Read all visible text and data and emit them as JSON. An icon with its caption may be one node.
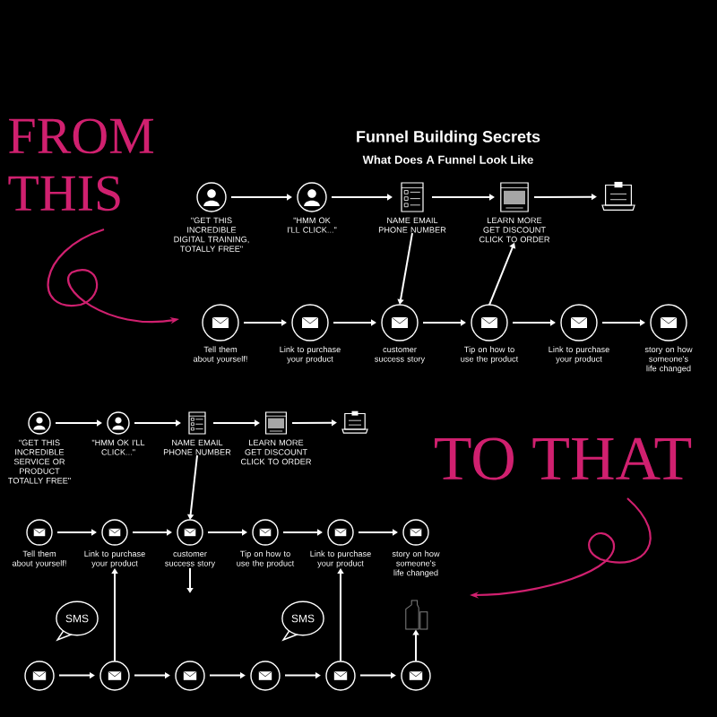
{
  "diagram": {
    "title": "Funnel Building Secrets",
    "nodes": [
      {
        "text": [
          "\"GET THIS INCREDIBLE DIGITAL TRAINING, TOTALLY FREE\""
        ]
      },
      {
        "text": [
          "\"HMM OK I'LL CLICK...\""
        ]
      },
      {
        "text": [
          "NAME EMAIL PHONE NUMBER"
        ]
      },
      {
        "text": [
          "LEARN MORE GET DISCOUNT CLICK TO ORDER"
        ]
      },
      {
        "text": [],
        "shape": "laptop"
      },
      {
        "text": [
          "Tell them about yourself!"
        ]
      },
      {
        "text": [
          "Link to purchase your product"
        ]
      },
      {
        "text": [
          "customer success story"
        ]
      },
      {
        "text": [
          "Tip on how to use the product"
        ]
      },
      {
        "text": [
          "Link to purchase your product"
        ]
      },
      {
        "text": [
          "story on how someone's life changed"
        ]
      },
      {
        "text": [
          "\"GET THIS INCREDIBLE SERVICE OR PRODUCT TOTALLY FREE\""
        ]
      },
      {
        "text": [
          "\"HMM OK I'LL CLICK...\""
        ]
      },
      {
        "text": [
          "NAME EMAIL PHONE NUMBER"
        ]
      },
      {
        "text": [
          "LEARN MORE GET DISCOUNT CLICK TO ORDER"
        ]
      },
      {
        "text": [],
        "shape": "laptop"
      },
      {
        "text": [
          "Tell them about yourself!"
        ]
      },
      {
        "text": [
          "Link to purchase your product"
        ]
      },
      {
        "text": [
          "customer success story"
        ]
      },
      {
        "text": [
          "Tip on how to use the product"
        ]
      },
      {
        "text": [
          "Link to purchase your product"
        ]
      },
      {
        "text": [
          "story on how someone's life changed"
        ]
      },
      {
        "text": [
          "SMS"
        ]
      },
      {
        "text": [
          "SMS"
        ]
      },
      {
        "text": [],
        "shape": "bottle"
      },
      {
        "text": [],
        "shape": "circle"
      },
      {
        "text": [],
        "shape": "circle"
      },
      {
        "text": [],
        "shape": "circle"
      },
      {
        "text": [],
        "shape": "circle"
      },
      {
        "text": [],
        "shape": "circle"
      },
      {
        "text": [],
        "shape": "circle"
      }
    ],
    "edges": [
      {
        "from": 0,
        "to": 1,
        "arrow": "to"
      },
      {
        "from": 1,
        "to": 2,
        "arrow": "to"
      },
      {
        "from": 2,
        "to": 3,
        "arrow": "to"
      },
      {
        "from": 3,
        "to": 4,
        "arrow": "to"
      },
      {
        "from": 2,
        "to": 7,
        "arrow": "to"
      },
      {
        "from": 8,
        "to": 3,
        "arrow": "to"
      },
      {
        "from": 5,
        "to": 6,
        "arrow": "to"
      },
      {
        "from": 6,
        "to": 7,
        "arrow": "to"
      },
      {
        "from": 7,
        "to": 8,
        "arrow": "to"
      },
      {
        "from": 8,
        "to": 9,
        "arrow": "to"
      },
      {
        "from": 9,
        "to": 10,
        "arrow": "to"
      },
      {
        "from": 11,
        "to": 12,
        "arrow": "to"
      },
      {
        "from": 12,
        "to": 13,
        "arrow": "to"
      },
      {
        "from": 13,
        "to": 14,
        "arrow": "to"
      },
      {
        "from": 14,
        "to": 15,
        "arrow": "to"
      },
      {
        "from": 13,
        "to": 18,
        "arrow": "to"
      },
      {
        "from": 16,
        "to": 17,
        "arrow": "to"
      },
      {
        "from": 17,
        "to": 18,
        "arrow": "to"
      },
      {
        "from": 18,
        "to": 19,
        "arrow": "to"
      },
      {
        "from": 19,
        "to": 20,
        "arrow": "to"
      },
      {
        "from": 20,
        "to": 21,
        "arrow": "to"
      },
      {
        "from": 18,
        "to": null,
        "arrow": "to"
      },
      {
        "from": 26,
        "to": 17,
        "arrow": "to"
      },
      {
        "from": 29,
        "to": 20,
        "arrow": "to"
      },
      {
        "from": 30,
        "to": 24,
        "arrow": "to"
      },
      {
        "from": 25,
        "to": 26,
        "arrow": "to"
      },
      {
        "from": 26,
        "to": 27,
        "arrow": "to"
      },
      {
        "from": 27,
        "to": 28,
        "arrow": "to"
      },
      {
        "from": 28,
        "to": 29,
        "arrow": "to"
      },
      {
        "from": 29,
        "to": 30,
        "arrow": "to"
      }
    ],
    "labels": [
      "FROM THIS",
      "What Does A Funnel Look Like",
      "TO THAT"
    ]
  }
}
